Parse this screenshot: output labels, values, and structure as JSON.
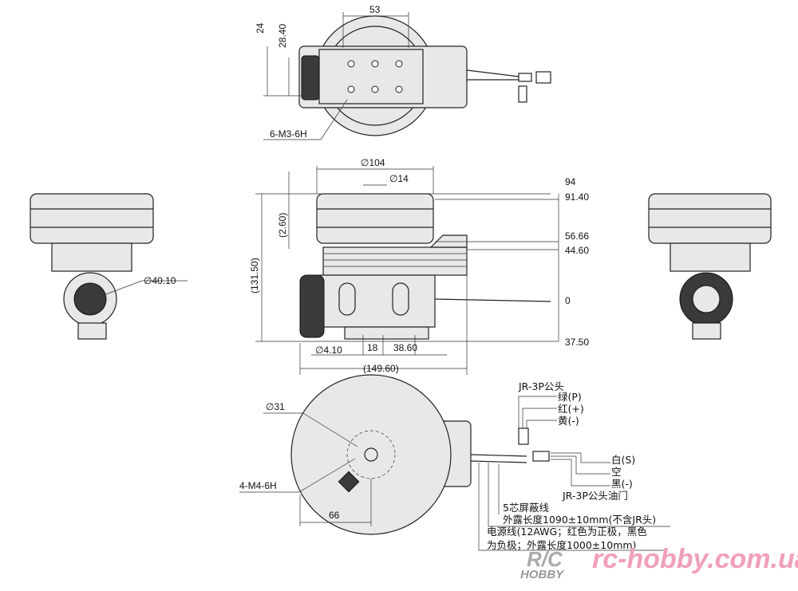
{
  "top_view": {
    "dim_height_24": "24",
    "dim_height_28_40": "28.40",
    "dim_width_53": "53",
    "thread_label": "6-M3-6H"
  },
  "front_view": {
    "dia_104": "∅104",
    "dia_14": "∅14",
    "h_94": "94",
    "h_91_40": "91.40",
    "h_56_66": "56.66",
    "h_44_60": "44.60",
    "h_0": "0",
    "h_37_50": "37.50",
    "total_height": "(131.50)",
    "gap_2_60": "(2.60)",
    "hole_dia": "∅4.10",
    "spacing_18": "18",
    "spacing_38_60": "38.60",
    "total_length": "(149.60)"
  },
  "left_view": {
    "dia_40_10": "∅40.10"
  },
  "bottom_view": {
    "dia_31": "∅31",
    "thread_label": "4-M4-6H",
    "dim_66": "66"
  },
  "wiring": {
    "jr_connector": "JR-3P公头",
    "green": "绿(P)",
    "red": "红(+)",
    "yellow": "黄(-)",
    "white": "白(S)",
    "empty": "空",
    "black": "黑(-)",
    "throttle_connector": "JR-3P公头油门",
    "shield_cable_1": "5芯屏蔽线",
    "shield_cable_2": "外露长度1090±10mm(不含JR头)",
    "power_cable_1": "电源线(12AWG；红色为正极，黑色",
    "power_cable_2": "为负极；外露长度1000±10mm)"
  },
  "watermark": {
    "site": "rc-hobby.com.ua",
    "logo_top": "R/C",
    "logo_bottom": "HOBBY"
  }
}
